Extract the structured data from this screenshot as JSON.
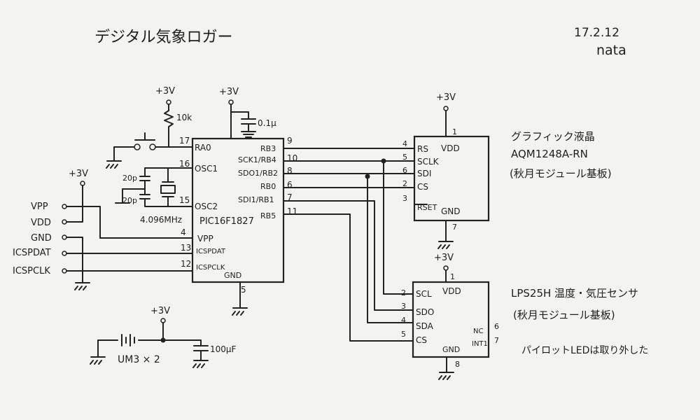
{
  "header": {
    "title": "デジタル気象ロガー",
    "date": "17.2.12",
    "author": "nata"
  },
  "pic": {
    "part": "PIC16F1827",
    "pins": {
      "ra0": "RA0",
      "osc1": "OSC1",
      "osc2": "OSC2",
      "vpp": "VPP",
      "icspdat": "ICSPDAT",
      "icspclk": "ICSPCLK",
      "gnd": "GND",
      "rb3": "RB3",
      "rb4": "SCK1/RB4",
      "rb2": "SDO1/RB2",
      "rb0": "RB0",
      "rb1": "SDI1/RB1",
      "rb5": "RB5"
    },
    "pin_numbers": {
      "ra0": "17",
      "osc1": "16",
      "osc2": "15",
      "vpp": "4",
      "icspdat": "13",
      "icspclk": "12",
      "gnd": "5",
      "rb3": "9",
      "rb4": "10",
      "rb2": "8",
      "rb0": "6",
      "rb1": "7",
      "rb5": "11"
    },
    "supply": "+3V",
    "bypass_cap": "0.1μ",
    "pullup": "10k",
    "crystal": "4.096MHz",
    "cap_upper": "20p",
    "cap_lower": "20p"
  },
  "icsp": {
    "supply": "+3V",
    "labels": [
      "VPP",
      "VDD",
      "GND",
      "ICSPDAT",
      "ICSPCLK"
    ]
  },
  "lcd": {
    "title": "グラフィック液晶",
    "part": "AQM1248A-RN",
    "note": "(秋月モジュール基板)",
    "supply": "+3V",
    "pins": {
      "vdd": "VDD",
      "rs": "RS",
      "sclk": "SCLK",
      "sdi": "SDI",
      "cs": "CS",
      "reset": "RSET",
      "gnd": "GND"
    },
    "pin_numbers": {
      "vdd": "1",
      "rs": "4",
      "sclk": "5",
      "sdi": "6",
      "cs": "2",
      "reset": "3",
      "gnd": "7"
    }
  },
  "sensor": {
    "title": "LPS25H 温度・気圧センサ",
    "note": "(秋月モジュール基板)",
    "supply": "+3V",
    "pins": {
      "vdd": "VDD",
      "scl": "SCL",
      "sdo": "SDO",
      "sda": "SDA",
      "cs": "CS",
      "nc": "NC",
      "int1": "INT1",
      "gnd": "GND"
    },
    "pin_numbers": {
      "vdd": "1",
      "scl": "2",
      "sdo": "3",
      "sda": "4",
      "cs": "5",
      "nc": "6",
      "int1": "7",
      "gnd": "8"
    },
    "pilot_note": "パイロットLEDは取り外した"
  },
  "power": {
    "supply": "+3V",
    "battery": "UM3 × 2",
    "cap": "100μF"
  }
}
